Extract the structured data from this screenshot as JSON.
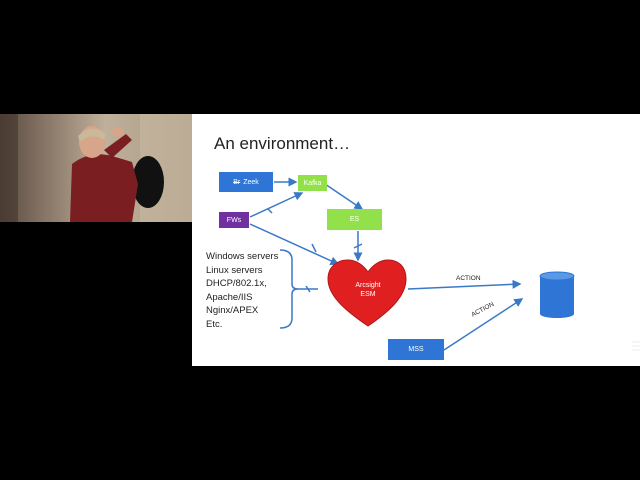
{
  "slide": {
    "title": "An environment…",
    "nodes": {
      "bro_zeek": {
        "strike": "Br",
        "text": "Zeek",
        "color": "#2e75d6"
      },
      "kafka": {
        "text": "Kafka",
        "color": "#92e04a"
      },
      "fws": {
        "text": "FWs",
        "color": "#7030a0"
      },
      "es": {
        "text": "ES",
        "color": "#92e04a"
      },
      "esm": {
        "line1": "Arcsight",
        "line2": "ESM",
        "color": "#e02020"
      },
      "mss": {
        "text": "MSS",
        "color": "#2e75d6"
      }
    },
    "sources": [
      "Windows servers",
      "Linux servers",
      "DHCP/802.1x,",
      "Apache/IIS",
      "Nginx/APEX",
      "Etc."
    ],
    "edge_labels": {
      "action_top": "ACTION",
      "action_bottom": "ACTION"
    }
  },
  "colors": {
    "arrow": "#3a78c8",
    "database": "#2e75d6"
  }
}
